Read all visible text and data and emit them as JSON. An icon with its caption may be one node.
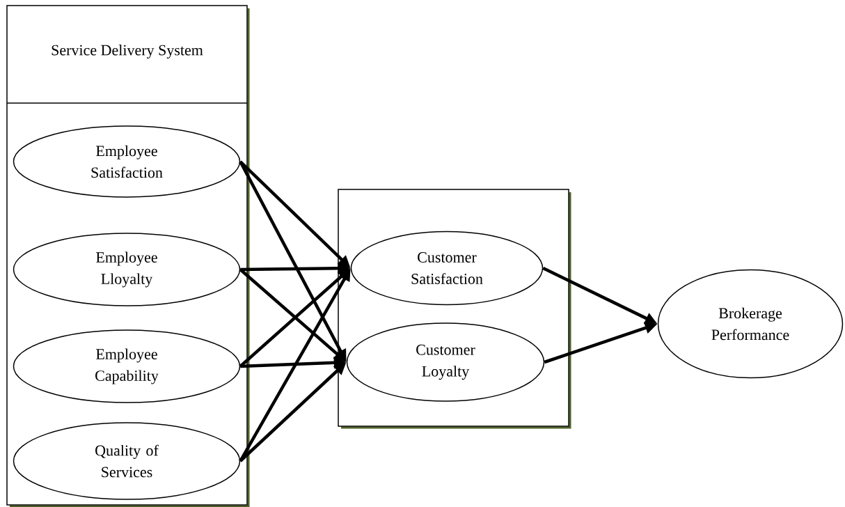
{
  "diagram": {
    "nodes": [
      {
        "text": [
          "Service Delivery System"
        ]
      },
      {
        "text": [
          "Employee Satisfaction"
        ],
        "in": 0
      },
      {
        "text": [
          "Employee Lloyalty"
        ],
        "in": 0
      },
      {
        "text": [
          "Employee Capability"
        ],
        "in": 0
      },
      {
        "text": [
          "Quality of Services"
        ],
        "in": 0
      },
      {
        "text": [],
        "shape": "box"
      },
      {
        "text": [
          "Customer Satisfaction"
        ],
        "in": 5
      },
      {
        "text": [
          "Customer Loyalty"
        ],
        "in": 5
      },
      {
        "text": [
          "Brokerage Performance"
        ]
      }
    ],
    "edges": [
      {
        "from": 1,
        "to": 6,
        "arrow": "to"
      },
      {
        "from": 1,
        "to": 7,
        "arrow": "to"
      },
      {
        "from": 2,
        "to": 6,
        "arrow": "to"
      },
      {
        "from": 2,
        "to": 7,
        "arrow": "to"
      },
      {
        "from": 3,
        "to": 6,
        "arrow": "to"
      },
      {
        "from": 3,
        "to": 7,
        "arrow": "to"
      },
      {
        "from": 4,
        "to": 6,
        "arrow": "to"
      },
      {
        "from": 4,
        "to": 7,
        "arrow": "to"
      },
      {
        "from": 6,
        "to": 8,
        "arrow": "to"
      },
      {
        "from": 7,
        "to": 8,
        "arrow": "to"
      }
    ]
  }
}
